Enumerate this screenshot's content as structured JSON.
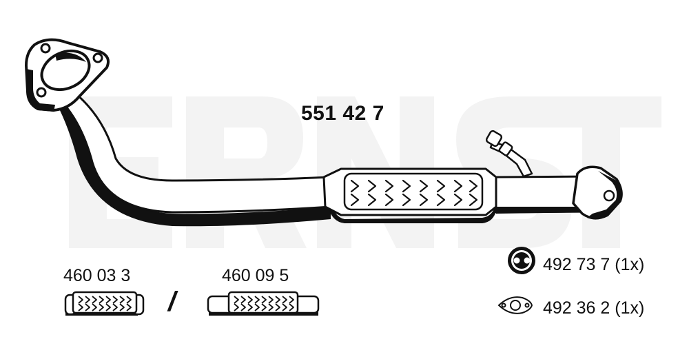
{
  "brand_watermark": "ERNST",
  "main_part_number": "551 42 7",
  "alternatives": {
    "option_a": "460 03 3",
    "separator": "/",
    "option_b": "460 09 5"
  },
  "accessories": [
    {
      "icon": "rubber-hanger-icon",
      "text": "492 73 7 (1x)"
    },
    {
      "icon": "gasket-icon",
      "text": "492 36 2 (1x)"
    }
  ],
  "colors": {
    "ink": "#111111",
    "pipe_fill": "#ffffff",
    "watermark": "#f2f2f2"
  }
}
